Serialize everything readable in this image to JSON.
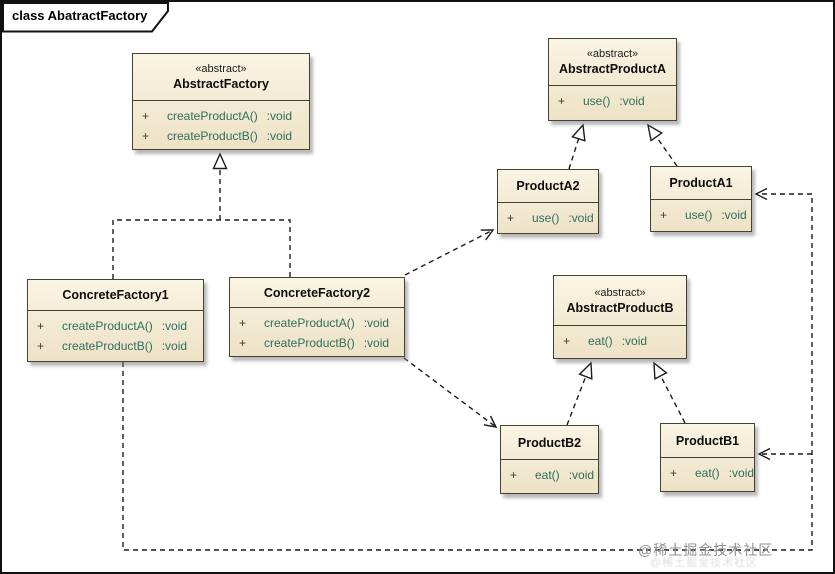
{
  "frame": {
    "tab_label": "class AbatractFactory"
  },
  "diagram": {
    "kind": "uml-class-diagram",
    "pattern": "Abstract Factory"
  },
  "colors": {
    "box_fill": "#f3ead3",
    "box_border": "#45422f",
    "method_text": "#2e6e5e",
    "line": "#1c1c1c",
    "watermark": "#8f8f8f"
  },
  "classes": {
    "abstractFactory": {
      "stereotype": "«abstract»",
      "name": "AbstractFactory",
      "methods": [
        {
          "visibility": "+",
          "signature": "createProductA()",
          "returns": ":void"
        },
        {
          "visibility": "+",
          "signature": "createProductB()",
          "returns": ":void"
        }
      ]
    },
    "abstractProductA": {
      "stereotype": "«abstract»",
      "name": "AbstractProductA",
      "methods": [
        {
          "visibility": "+",
          "signature": "use()",
          "returns": ":void"
        }
      ]
    },
    "productA2": {
      "name": "ProductA2",
      "methods": [
        {
          "visibility": "+",
          "signature": "use()",
          "returns": ":void"
        }
      ]
    },
    "productA1": {
      "name": "ProductA1",
      "methods": [
        {
          "visibility": "+",
          "signature": "use()",
          "returns": ":void"
        }
      ]
    },
    "concreteFactory1": {
      "name": "ConcreteFactory1",
      "methods": [
        {
          "visibility": "+",
          "signature": "createProductA()",
          "returns": ":void"
        },
        {
          "visibility": "+",
          "signature": "createProductB()",
          "returns": ":void"
        }
      ]
    },
    "concreteFactory2": {
      "name": "ConcreteFactory2",
      "methods": [
        {
          "visibility": "+",
          "signature": "createProductA()",
          "returns": ":void"
        },
        {
          "visibility": "+",
          "signature": "createProductB()",
          "returns": ":void"
        }
      ]
    },
    "abstractProductB": {
      "stereotype": "«abstract»",
      "name": "AbstractProductB",
      "methods": [
        {
          "visibility": "+",
          "signature": "eat()",
          "returns": ":void"
        }
      ]
    },
    "productB2": {
      "name": "ProductB2",
      "methods": [
        {
          "visibility": "+",
          "signature": "eat()",
          "returns": ":void"
        }
      ]
    },
    "productB1": {
      "name": "ProductB1",
      "methods": [
        {
          "visibility": "+",
          "signature": "eat()",
          "returns": ":void"
        }
      ]
    }
  },
  "relationships": [
    {
      "type": "realization",
      "from": "ConcreteFactory1",
      "to": "AbstractFactory"
    },
    {
      "type": "realization",
      "from": "ConcreteFactory2",
      "to": "AbstractFactory"
    },
    {
      "type": "realization",
      "from": "ProductA2",
      "to": "AbstractProductA"
    },
    {
      "type": "realization",
      "from": "ProductA1",
      "to": "AbstractProductA"
    },
    {
      "type": "realization",
      "from": "ProductB2",
      "to": "AbstractProductB"
    },
    {
      "type": "realization",
      "from": "ProductB1",
      "to": "AbstractProductB"
    },
    {
      "type": "dependency",
      "from": "ConcreteFactory2",
      "to": "ProductA2"
    },
    {
      "type": "dependency",
      "from": "ConcreteFactory2",
      "to": "ProductB2"
    },
    {
      "type": "dependency",
      "from": "ConcreteFactory1",
      "to": "ProductA1"
    },
    {
      "type": "dependency",
      "from": "ConcreteFactory1",
      "to": "ProductB1"
    }
  ],
  "watermark": {
    "text": "@稀土掘金技术社区"
  }
}
